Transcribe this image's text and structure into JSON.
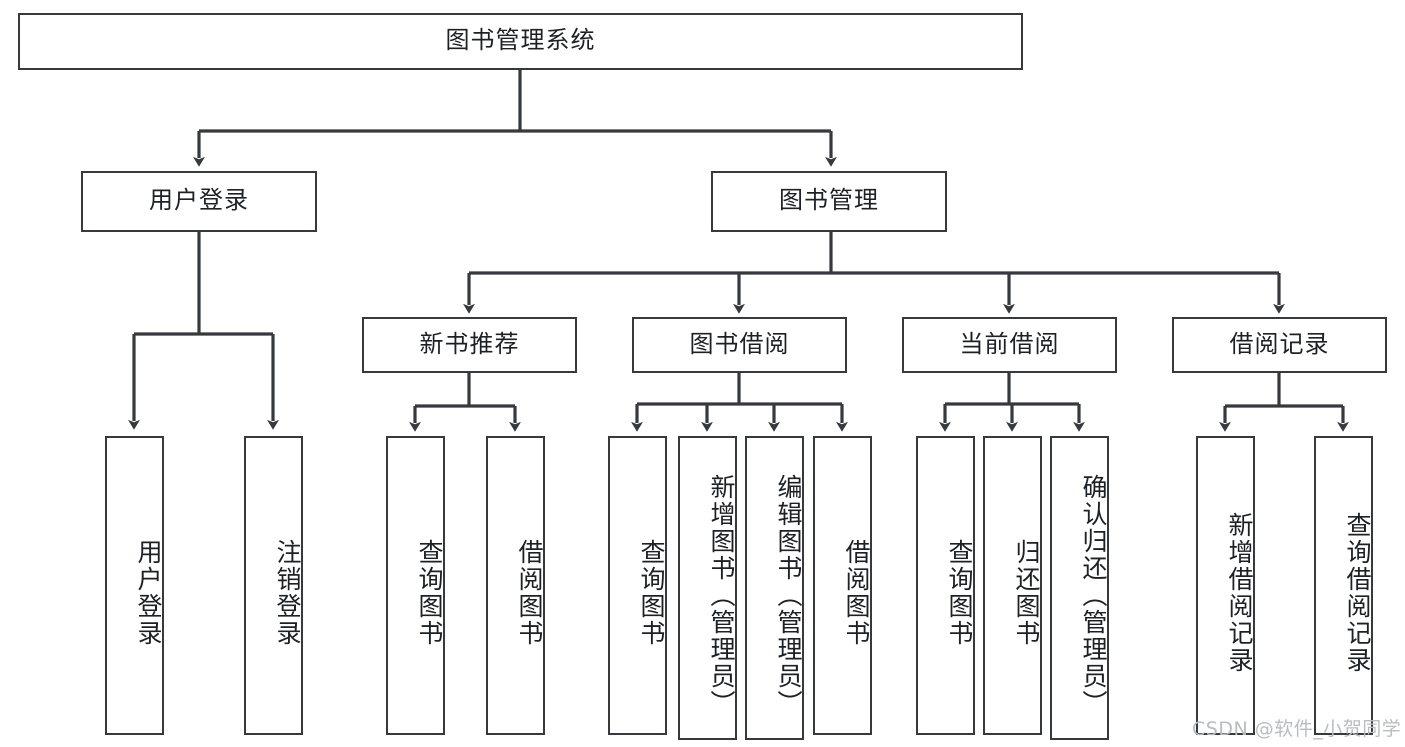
{
  "diagram": {
    "type": "tree-hierarchy-chart",
    "title": "图书管理系统",
    "colors": {
      "box_border": "#36393d",
      "box_fill": "#ffffff",
      "connector": "#36393d",
      "text": "#1d2125",
      "watermark": "#b9bcc0",
      "background": "#ffffff"
    },
    "root": {
      "label": "图书管理系统",
      "orientation": "horizontal"
    },
    "level2": [
      {
        "label": "用户登录",
        "orientation": "horizontal"
      },
      {
        "label": "图书管理",
        "orientation": "horizontal"
      }
    ],
    "level3": [
      {
        "label": "新书推荐",
        "orientation": "horizontal"
      },
      {
        "label": "图书借阅",
        "orientation": "horizontal"
      },
      {
        "label": "当前借阅",
        "orientation": "horizontal"
      },
      {
        "label": "借阅记录",
        "orientation": "horizontal"
      }
    ],
    "leaves": {
      "user_login": [
        {
          "label": "用户登录",
          "orientation": "vertical"
        },
        {
          "label": "注销登录",
          "orientation": "vertical"
        }
      ],
      "new_book_recommend": [
        {
          "label": "查询图书",
          "orientation": "vertical"
        },
        {
          "label": "借阅图书",
          "orientation": "vertical"
        }
      ],
      "book_borrow": [
        {
          "label": "查询图书",
          "orientation": "vertical"
        },
        {
          "label": "新增图书（管理员）",
          "orientation": "vertical"
        },
        {
          "label": "编辑图书（管理员）",
          "orientation": "vertical"
        },
        {
          "label": "借阅图书",
          "orientation": "vertical"
        }
      ],
      "current_borrow": [
        {
          "label": "查询图书",
          "orientation": "vertical"
        },
        {
          "label": "归还图书",
          "orientation": "vertical"
        },
        {
          "label": "确认归还（管理员）",
          "orientation": "vertical"
        }
      ],
      "borrow_record": [
        {
          "label": "新增借阅记录",
          "orientation": "vertical"
        },
        {
          "label": "查询借阅记录",
          "orientation": "vertical"
        }
      ]
    },
    "watermark": "CSDN @软件_小贺同学"
  }
}
